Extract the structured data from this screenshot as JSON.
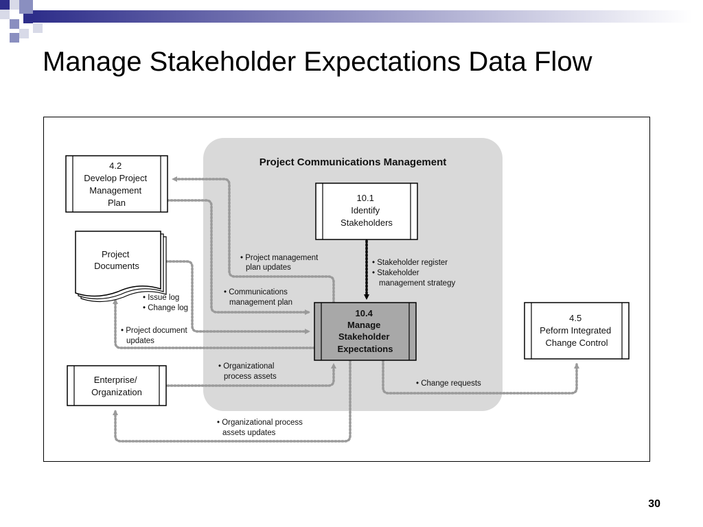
{
  "slide": {
    "title": "Manage Stakeholder Expectations Data Flow",
    "page_number": "30"
  },
  "colors": {
    "title_bar_start": "#2e2e8a",
    "title_bar_end": "#ffffff",
    "region_fill": "#d9d9d9",
    "focus_fill": "#a8a8a8",
    "arrow": "#9a9a9a"
  },
  "diagram": {
    "region_title": "Project Communications Management",
    "nodes": {
      "plan": {
        "lines": [
          "4.2",
          "Develop Project",
          "Management",
          "Plan"
        ]
      },
      "docs": {
        "lines": [
          "Project",
          "Documents"
        ]
      },
      "enterprise": {
        "lines": [
          "Enterprise/",
          "Organization"
        ]
      },
      "identify": {
        "lines": [
          "10.1",
          "Identify",
          "Stakeholders"
        ]
      },
      "manage": {
        "lines": [
          "10.4",
          "Manage",
          "Stakeholder",
          "Expectations"
        ]
      },
      "change": {
        "lines": [
          "4.5",
          "Peform Integrated",
          "Change Control"
        ]
      }
    },
    "flows": {
      "pm_plan_updates": [
        "• Project management",
        "plan updates"
      ],
      "comm_plan": [
        "• Communications",
        "management plan"
      ],
      "issue_change": [
        "• Issue log",
        "• Change log"
      ],
      "doc_updates": [
        "• Project document",
        "updates"
      ],
      "stakeholder": [
        "• Stakeholder register",
        "• Stakeholder",
        "management strategy"
      ],
      "opa": [
        "• Organizational",
        "process assets"
      ],
      "opa_updates": [
        "• Organizational process",
        "assets updates"
      ],
      "change_requests": [
        "• Change requests"
      ]
    }
  }
}
